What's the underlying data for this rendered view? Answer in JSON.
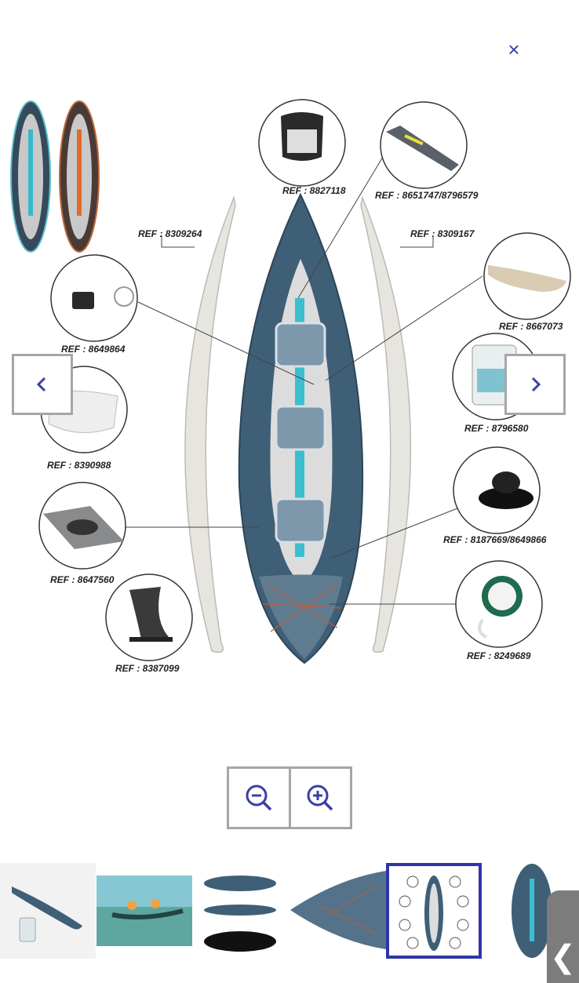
{
  "viewer": {
    "close_label": "×",
    "prev_label": "‹",
    "next_label": "›",
    "back_label": "❮"
  },
  "refs": {
    "seat": "REF : 8827118",
    "floor": "REF : 8651747/8796579",
    "left_tube": "REF : 8309264",
    "right_tube": "REF : 8309167",
    "pump": "REF : 8649864",
    "cushion": "REF : 8667073",
    "bag": "REF : 8796580",
    "pillow": "REF : 8390988",
    "valve": "REF : 8187669/8649866",
    "patch": "REF : 8647560",
    "rope": "REF : 8249689",
    "fin": "REF : 8387099"
  },
  "zoom": {
    "out_icon": "zoom-out",
    "in_icon": "zoom-in"
  },
  "thumbnails": [
    "side-view",
    "lifestyle-photo",
    "top-side-bottom-views",
    "bow-detail",
    "spare-parts-diagram",
    "top-view"
  ],
  "selected_thumbnail": 4,
  "colors": {
    "accent": "#3a3fa8",
    "kayak_blue": "#3f5f77",
    "teal": "#3bbfd0",
    "tube_gray": "#e6e4df"
  }
}
